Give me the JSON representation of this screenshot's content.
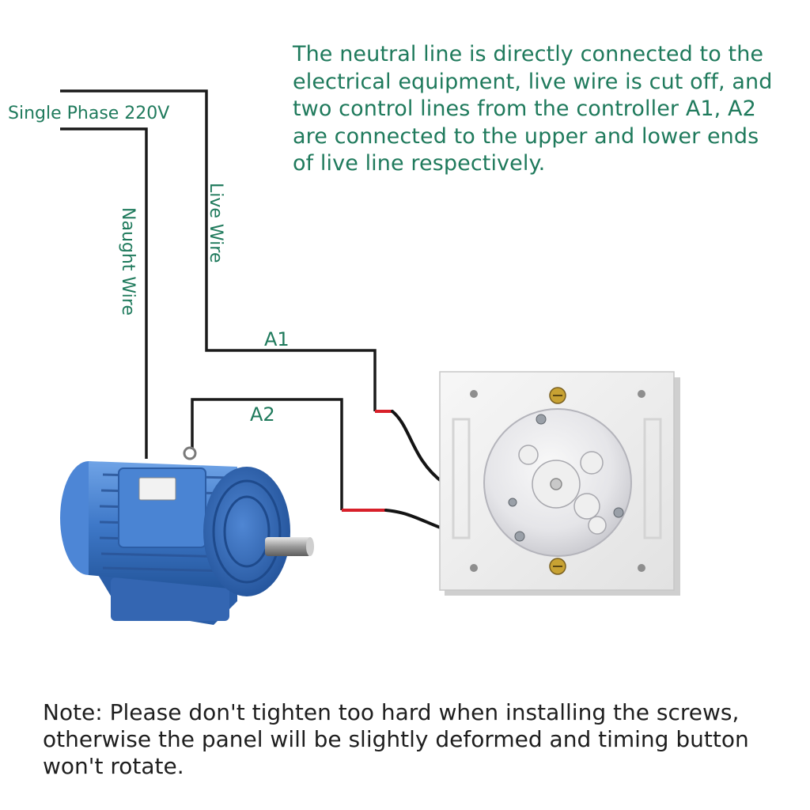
{
  "description": {
    "lines": [
      "The neutral line is directly connected to the",
      "electrical equipment,  live wire is cut off, and",
      "two control lines from the controller A1, A2",
      "are connected to the upper and lower ends",
      "of live line respectively."
    ]
  },
  "labels": {
    "supply": "Single Phase 220V",
    "live_wire": "Live Wire",
    "neutral_wire": "Naught Wire",
    "a1": "A1",
    "a2": "A2"
  },
  "note": {
    "lines": [
      "Note: Please don't tighten too hard when installing the screws,",
      "otherwise the panel will be slightly deformed and timing button",
      "won't rotate."
    ]
  },
  "colors": {
    "label_text": "#1f7a5c",
    "wire": "#1a1a1a",
    "wire_red_tip": "#d8202a",
    "motor_blue": "#3f78c8",
    "panel": "#f1f1f1"
  }
}
